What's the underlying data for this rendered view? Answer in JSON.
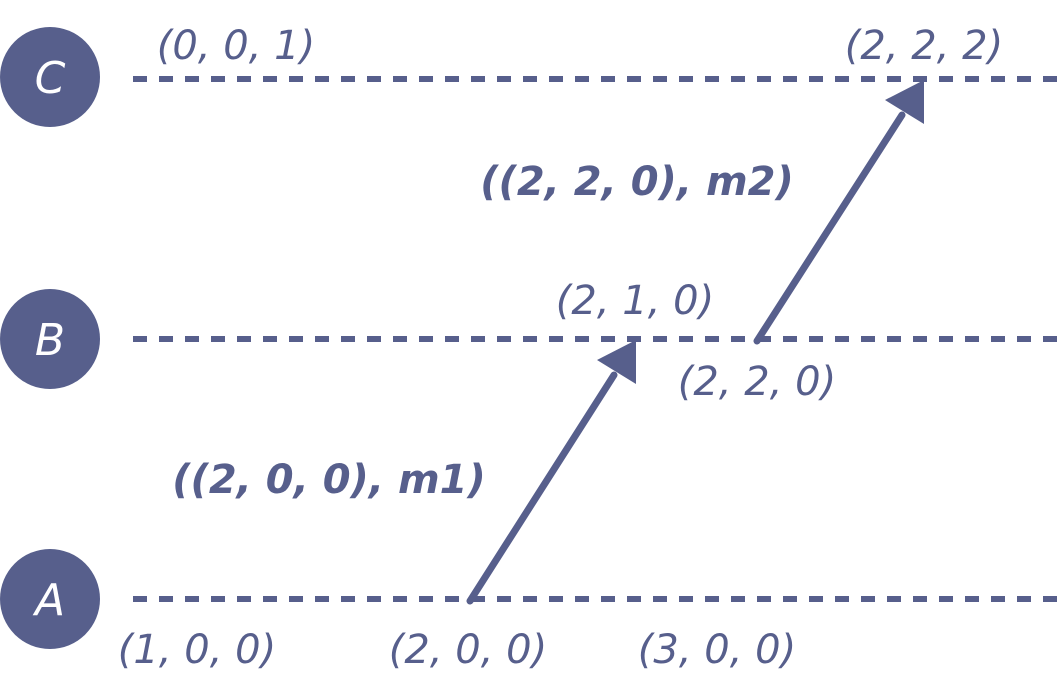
{
  "colors": {
    "ink": "#575f8c",
    "background": "#ffffff"
  },
  "processes": [
    {
      "label": "C",
      "events": [
        "(0, 0, 1)",
        "(2, 2, 2)"
      ]
    },
    {
      "label": "B",
      "events": [
        "(2, 1, 0)",
        "(2, 2, 0)"
      ]
    },
    {
      "label": "A",
      "events": [
        "(1, 0, 0)",
        "(2, 0, 0)",
        "(3, 0, 0)"
      ]
    }
  ],
  "messages": [
    {
      "label": "((2, 0, 0), m1)",
      "from": "A",
      "to": "B"
    },
    {
      "label": "((2, 2, 0), m2)",
      "from": "B",
      "to": "C"
    }
  ]
}
